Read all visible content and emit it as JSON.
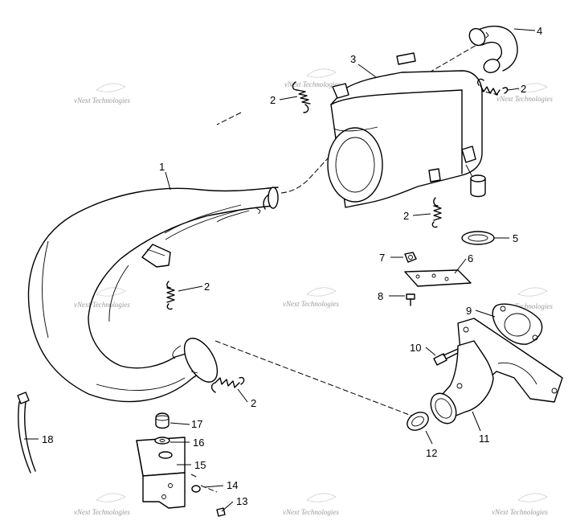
{
  "watermark": {
    "text": "vNext Technologies",
    "color": "#9a9a9a"
  },
  "callouts": {
    "c1": "1",
    "c2a": "2",
    "c2b": "2",
    "c2c": "2",
    "c2d": "2",
    "c2e": "2",
    "c3": "3",
    "c4": "4",
    "c5": "5",
    "c6": "6",
    "c7": "7",
    "c8": "8",
    "c9": "9",
    "c10": "10",
    "c11": "11",
    "c12": "12",
    "c13": "13",
    "c14": "14",
    "c15": "15",
    "c16": "16",
    "c17": "17",
    "c18": "18"
  },
  "parts": [
    "expansion-chamber",
    "exhaust-spring",
    "silencer",
    "silencer-tailpipe",
    "silencer-grommet",
    "bracket",
    "nut",
    "screw",
    "gasket",
    "stud",
    "exhaust-manifold",
    "seal-ring",
    "bolt",
    "washer",
    "mount-bracket",
    "mount-washer",
    "rubber-mount",
    "strap"
  ]
}
